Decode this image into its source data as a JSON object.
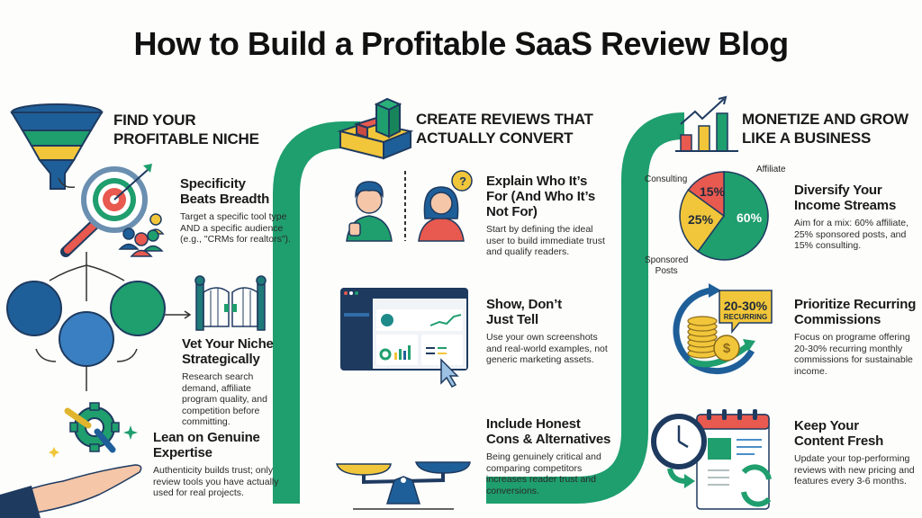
{
  "page": {
    "title": "How to Build a Profitable SaaS Review Blog"
  },
  "colors": {
    "green": "#1f9e6e",
    "blue": "#1f5f99",
    "yellow": "#f2c63a",
    "red": "#e8594f",
    "navy": "#1e3a5f",
    "text": "#1a1a1a"
  },
  "sections": [
    {
      "title_line1": "FIND YOUR",
      "title_line2": "PROFITABLE NICHE",
      "icon": "funnel-icon",
      "items": [
        {
          "icon": "target-magnifier-icon",
          "title_line1": "Specificity",
          "title_line2": "Beats Breadth",
          "desc": "Target a specific tool type AND a specific audience (e.g., \"CRMs for realtors\")."
        },
        {
          "icon": "gate-icon",
          "title_line1": "Vet Your Niche",
          "title_line2": "Strategically",
          "desc": "Research search demand, affiliate program quality, and competition before committing."
        },
        {
          "icon": "wrench-gear-hand-icon",
          "title_line1": "Lean on Genuine",
          "title_line2": "Expertise",
          "desc": "Authenticity builds trust; only review tools you have actually used for real projects."
        }
      ]
    },
    {
      "title_line1": "CREATE REVIEWS THAT",
      "title_line2": "ACTUALLY CONVERT",
      "icon": "building-blocks-icon",
      "items": [
        {
          "icon": "people-compare-icon",
          "title_line1": "Explain Who It’s",
          "title_line2": "For (And Who It’s",
          "title_line3": "Not For)",
          "desc": "Start by defining the ideal user to build immediate trust and qualify readers."
        },
        {
          "icon": "dashboard-screenshot-icon",
          "title_line1": "Show, Don’t",
          "title_line2": "Just Tell",
          "desc": "Use your own screenshots and real-world examples, not generic marketing assets."
        },
        {
          "icon": "balance-scale-icon",
          "title_line1": "Include Honest",
          "title_line2": "Cons & Alternatives",
          "desc": "Being genuinely critical and comparing competitors increases reader trust and conversions."
        }
      ]
    },
    {
      "title_line1": "MONETIZE AND GROW",
      "title_line2": "LIKE A BUSINESS",
      "icon": "growth-chart-icon",
      "items": [
        {
          "icon": "income-pie-chart-icon",
          "title_line1": "Diversify Your",
          "title_line2": "Income Streams",
          "desc": "Aim for a mix: 60% affiliate, 25% sponsored posts, and 15% consulting."
        },
        {
          "icon": "recurring-coins-icon",
          "badge_line1": "20-30%",
          "badge_line2": "RECURRING",
          "title_line1": "Prioritize Recurring",
          "title_line2": "Commissions",
          "desc": "Focus on programe offering 20-30% recurring monthly commissions for sustainable income."
        },
        {
          "icon": "clock-calendar-refresh-icon",
          "title_line1": "Keep Your",
          "title_line2": "Content Fresh",
          "desc": "Update your top-performing reviews with new pricing and features every 3-6 months."
        }
      ]
    }
  ],
  "pie": {
    "slices": [
      {
        "label": "Affiliate",
        "value": 60,
        "text": "60%",
        "color": "#1f9e6e"
      },
      {
        "label": "Sponsored Posts",
        "value": 25,
        "text": "25%",
        "color": "#f2c63a"
      },
      {
        "label": "Consulting",
        "value": 15,
        "text": "15%",
        "color": "#e8594f"
      }
    ],
    "label_affiliate": "Affiliate",
    "label_consulting": "Consulting",
    "label_sponsored_line1": "Sponsored",
    "label_sponsored_line2": "Posts"
  },
  "people": {
    "question_mark": "?"
  },
  "currency_symbol": "$"
}
